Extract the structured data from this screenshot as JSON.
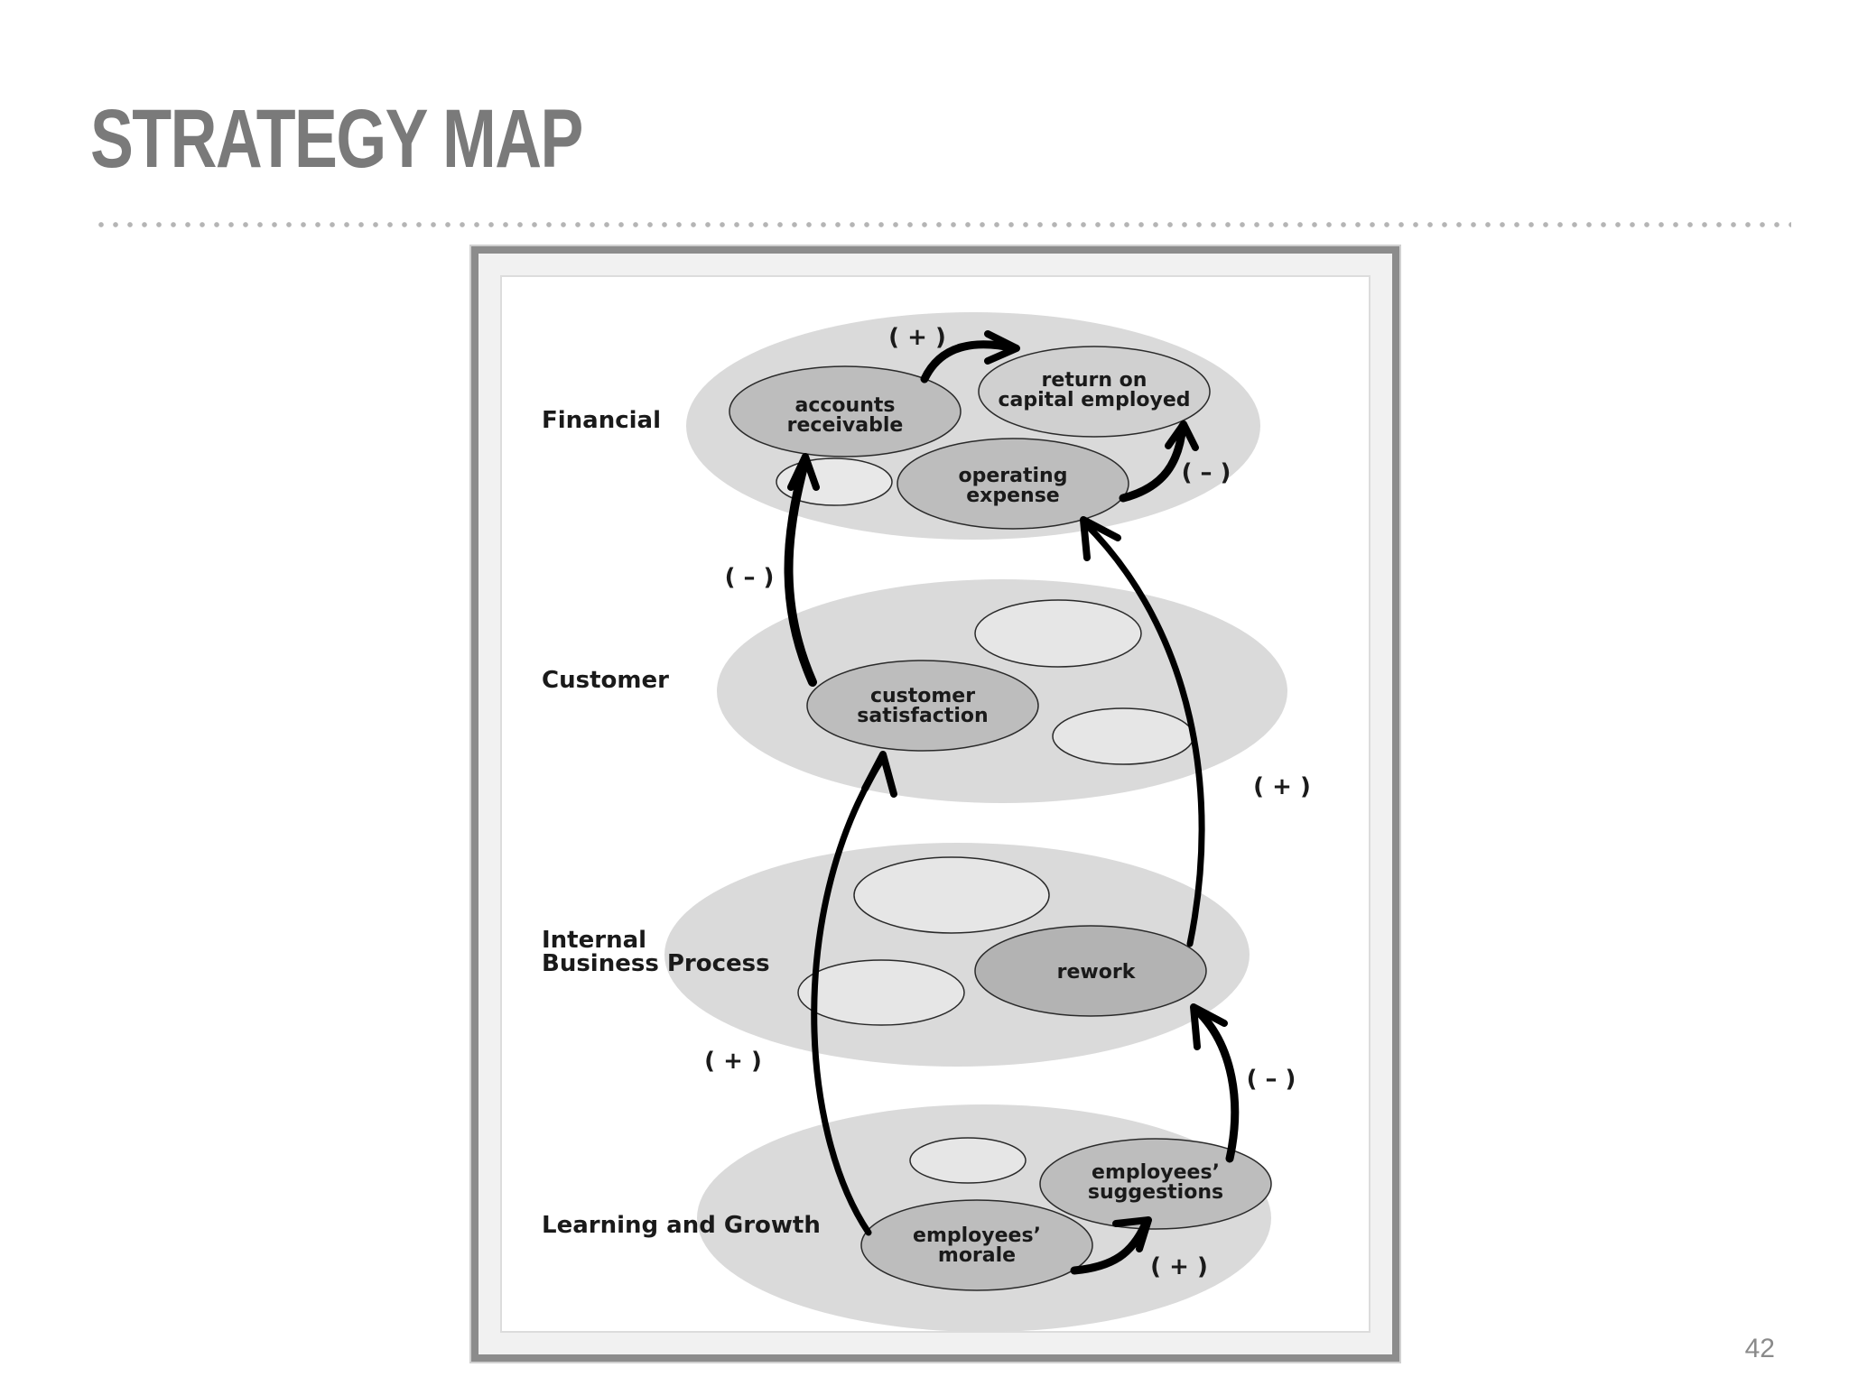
{
  "slide": {
    "title": "STRATEGY MAP",
    "page_number": "42"
  },
  "perspectives": {
    "financial": "Financial",
    "customer": "Customer",
    "internal_line1": "Internal",
    "internal_line2": "Business Process",
    "learning": "Learning and Growth"
  },
  "nodes": {
    "accounts_receivable": [
      "accounts",
      "receivable"
    ],
    "return_on_capital": [
      "return on",
      "capital employed"
    ],
    "operating_expense": [
      "operating",
      "expense"
    ],
    "customer_satisfaction": [
      "customer",
      "satisfaction"
    ],
    "rework": "rework",
    "employees_suggestions": [
      "employees’",
      "suggestions"
    ],
    "employees_morale": [
      "employees’",
      "morale"
    ]
  },
  "relations": [
    {
      "from": "accounts receivable",
      "to": "return on capital employed",
      "sign": "( + )"
    },
    {
      "from": "operating expense",
      "to": "return on capital employed",
      "sign": "( – )"
    },
    {
      "from": "customer satisfaction",
      "to": "accounts receivable",
      "sign": "( – )"
    },
    {
      "from": "rework",
      "to": "operating expense",
      "sign": "( + )"
    },
    {
      "from": "employees’ morale",
      "to": "customer satisfaction",
      "sign": "( + )"
    },
    {
      "from": "employees’ suggestions",
      "to": "rework",
      "sign": "( – )"
    },
    {
      "from": "employees’ morale",
      "to": "employees’ suggestions",
      "sign": "( + )"
    }
  ],
  "colors": {
    "title": "#7a7a7a",
    "layer_fill": "#dadada",
    "node_fill": "#bdbdbd",
    "arrow": "#000000"
  }
}
